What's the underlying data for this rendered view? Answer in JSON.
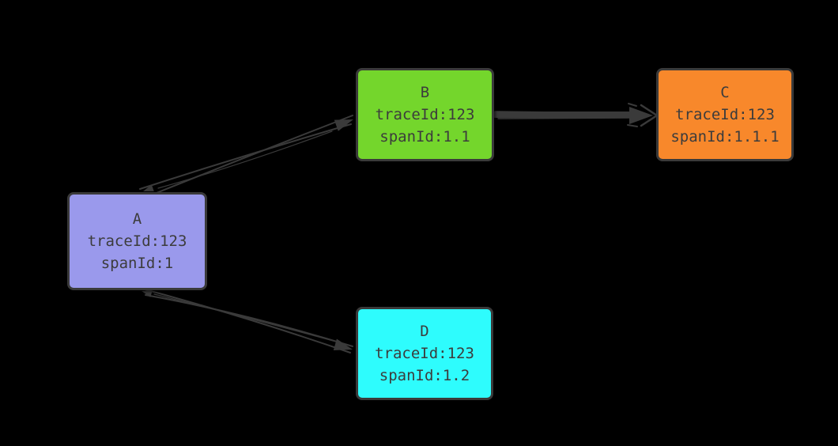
{
  "theme": {
    "background": "#000000",
    "line": "#3a3a3a",
    "text": "#3c3c3c"
  },
  "nodes": [
    {
      "id": "A",
      "label": "A",
      "line1": "traceId:123",
      "line2": "spanId:1",
      "fill": "#9a99ec"
    },
    {
      "id": "B",
      "label": "B",
      "line1": "traceId:123",
      "line2": "spanId:1.1",
      "fill": "#74d62c"
    },
    {
      "id": "C",
      "label": "C",
      "line1": "traceId:123",
      "line2": "spanId:1.1.1",
      "fill": "#f8882b"
    },
    {
      "id": "D",
      "label": "D",
      "line1": "traceId:123",
      "line2": "spanId:1.2",
      "fill": "#2efcfd"
    }
  ],
  "edges": [
    {
      "from": "A",
      "to": "B",
      "style": "sketch",
      "arrow": "at-target"
    },
    {
      "from": "B",
      "to": "C",
      "style": "thick",
      "arrow": "at-target"
    },
    {
      "from": "A",
      "to": "D",
      "style": "sketch",
      "arrow": "at-target"
    }
  ]
}
